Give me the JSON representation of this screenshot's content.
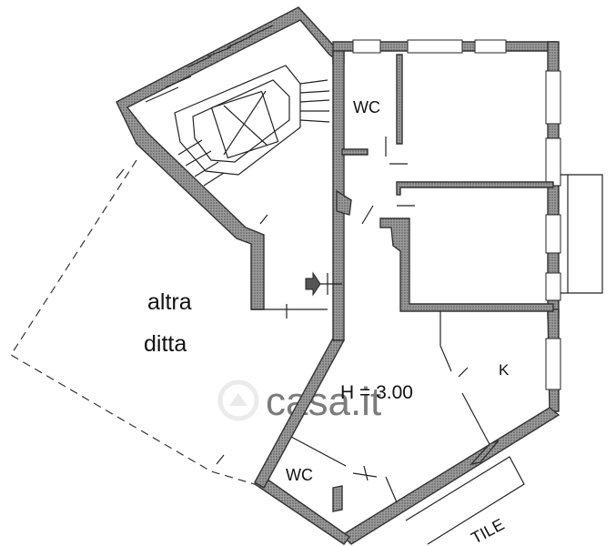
{
  "labels": {
    "wc_top": "WC",
    "wc_bottom": "WC",
    "neighbor_line1": "altra",
    "neighbor_line2": "ditta",
    "height": "H = 3.00",
    "kitchen": "K",
    "courtyard": "TILE"
  },
  "watermark": "casa.it",
  "colors": {
    "wall_fill": "#8a8a8a",
    "line": "#222222",
    "watermark": "#e6e6e6"
  }
}
